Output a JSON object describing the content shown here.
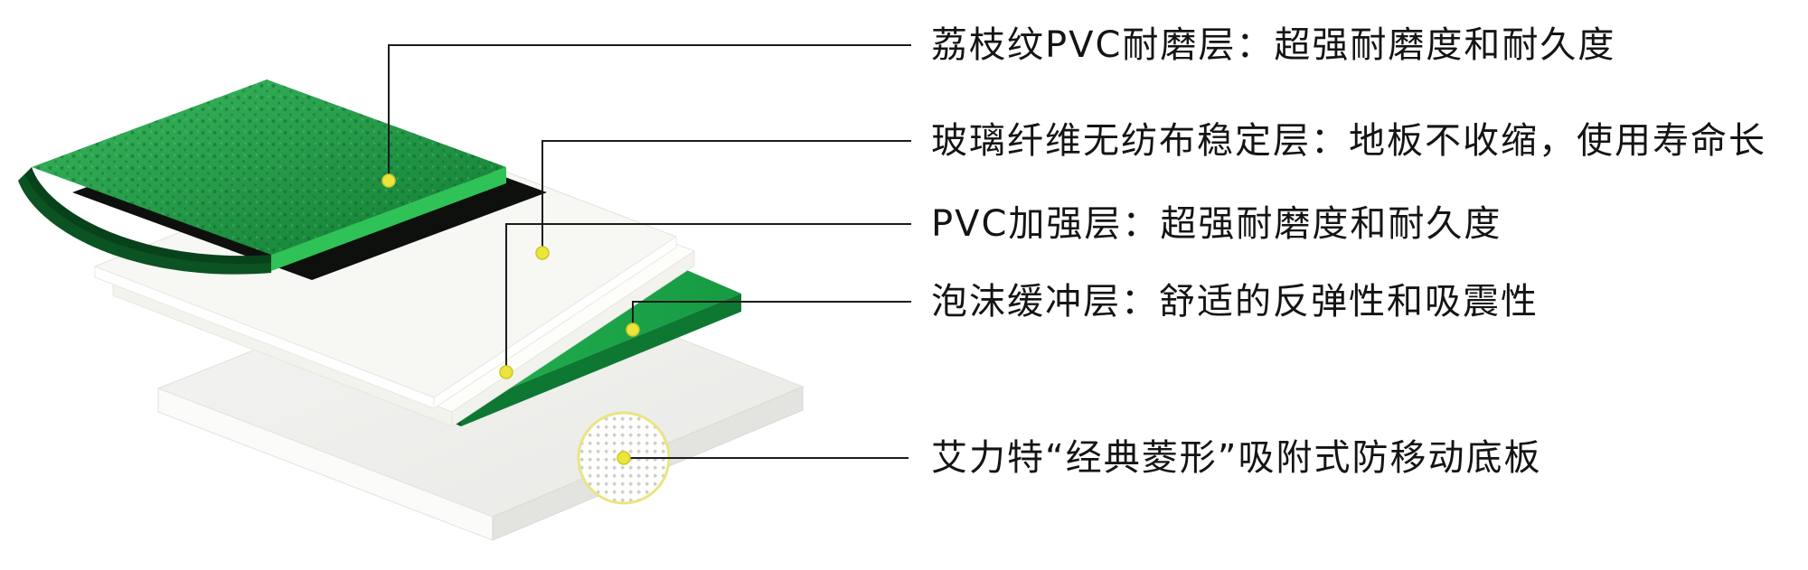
{
  "callouts": [
    {
      "id": "wear",
      "label": "荔枝纹PVC耐磨层：超强耐磨度和耐久度"
    },
    {
      "id": "fiberglass",
      "label": "玻璃纤维无纺布稳定层：地板不收缩，使用寿命长"
    },
    {
      "id": "pvc",
      "label": "PVC加强层：超强耐磨度和耐久度"
    },
    {
      "id": "foam",
      "label": "泡沫缓冲层：舒适的反弹性和吸震性"
    },
    {
      "id": "base",
      "label": "艾力特“经典菱形”吸附式防移动底板"
    }
  ],
  "colors": {
    "wear_top_light": "#3aba5e",
    "wear_top_dark": "#117a33",
    "wear_edge": "#2fc257",
    "wear_curl": "#0b5322",
    "wear_curl_dark": "#07421b",
    "underside_black": "#0d100d",
    "fiberglass_top": "#f7f7f4",
    "fiberglass_edge": "#ffffff",
    "pvc_top": "#fdfdfa",
    "pvc_edge": "#f3f3ee",
    "foam_top": "#21b04d",
    "foam_edge_left": "#0a5c26",
    "foam_edge_right": "#0e7833",
    "base_top_light": "#f4f4f2",
    "base_top_dark": "#e9e9e6",
    "base_left": "#fbfbfa",
    "base_right": "#e3e3e0",
    "dot": "#ebe63c",
    "dot_ring": "#cdc728",
    "line": "#1c1c1c",
    "ring": "#e9e582",
    "detail_bg": "#ffffff"
  }
}
